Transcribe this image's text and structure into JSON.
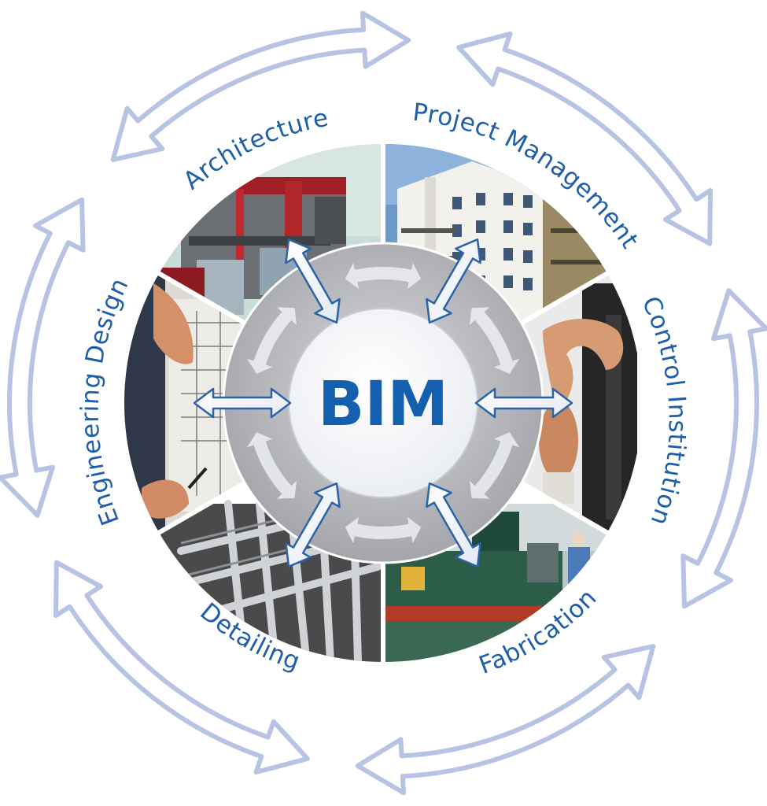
{
  "center": {
    "label": "BIM"
  },
  "segments": [
    {
      "id": "architecture",
      "label": "Architecture"
    },
    {
      "id": "project-management",
      "label": "Project Management"
    },
    {
      "id": "control-institution",
      "label": "Control Institution"
    },
    {
      "id": "fabrication",
      "label": "Fabrication"
    },
    {
      "id": "detailing",
      "label": "Detailing"
    },
    {
      "id": "engineering-design",
      "label": "Engineering Design"
    }
  ],
  "colors": {
    "label_blue": "#1f5fa8",
    "center_blue": "#1560ae",
    "outer_arrow_stroke": "#b7c3e3",
    "ring_gray": "#b5b7bc",
    "connector_stroke": "#2b63ab"
  },
  "icons": {
    "outer_arrows": "double-headed-curved-arrow",
    "connectors": "double-headed-arrow"
  }
}
